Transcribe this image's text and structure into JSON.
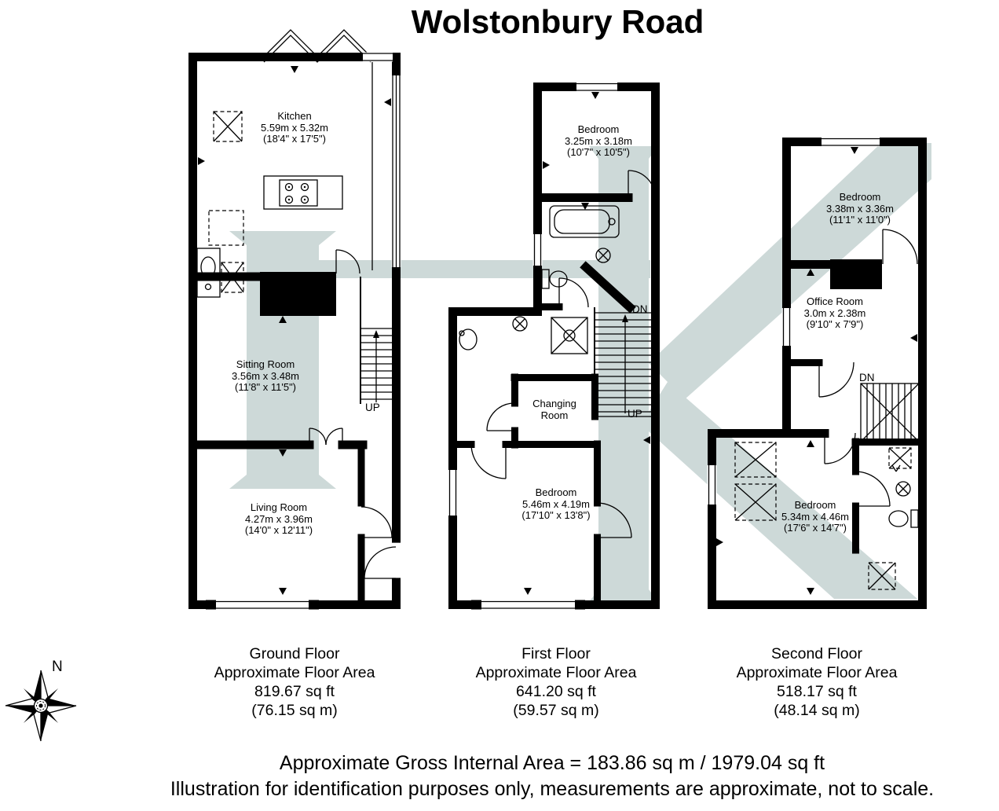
{
  "title": "Wolstonbury Road",
  "compass": {
    "north_label": "N"
  },
  "floors": [
    {
      "name": "Ground Floor",
      "area_label": "Approximate Floor Area",
      "area_sqft": "819.67 sq ft",
      "area_sqm": "(76.15 sq m)",
      "stair_up": "UP",
      "rooms": [
        {
          "name": "Kitchen",
          "dim_m": "5.59m x 5.32m",
          "dim_ft": "(18'4\" x 17'5\")"
        },
        {
          "name": "Sitting Room",
          "dim_m": "3.56m x 3.48m",
          "dim_ft": "(11'8\" x 11'5\")"
        },
        {
          "name": "Living Room",
          "dim_m": "4.27m x 3.96m",
          "dim_ft": "(14'0\" x 12'11\")"
        }
      ]
    },
    {
      "name": "First Floor",
      "area_label": "Approximate Floor Area",
      "area_sqft": "641.20 sq ft",
      "area_sqm": "(59.57 sq m)",
      "stair_dn": "DN",
      "stair_up": "UP",
      "rooms": [
        {
          "name": "Bedroom",
          "dim_m": "3.25m x 3.18m",
          "dim_ft": "(10'7\" x 10'5\")"
        },
        {
          "name": "Changing Room",
          "dim_m": "",
          "dim_ft": ""
        },
        {
          "name": "Bedroom",
          "dim_m": "5.46m x 4.19m",
          "dim_ft": "(17'10\" x 13'8\")"
        }
      ]
    },
    {
      "name": "Second Floor",
      "area_label": "Approximate Floor Area",
      "area_sqft": "518.17 sq ft",
      "area_sqm": "(48.14 sq m)",
      "stair_dn": "DN",
      "rooms": [
        {
          "name": "Bedroom",
          "dim_m": "3.38m x 3.36m",
          "dim_ft": "(11'1\" x 11'0\")"
        },
        {
          "name": "Office Room",
          "dim_m": "3.0m x 2.38m",
          "dim_ft": "(9'10\" x 7'9\")"
        },
        {
          "name": "Bedroom",
          "dim_m": "5.34m x 4.46m",
          "dim_ft": "(17'6\" x 14'7\")"
        }
      ]
    }
  ],
  "footer": {
    "gross_area": "Approximate Gross Internal Area = 183.86 sq m / 1979.04 sq ft",
    "disclaimer": "Illustration for identification purposes only, measurements are approximate, not to scale."
  }
}
